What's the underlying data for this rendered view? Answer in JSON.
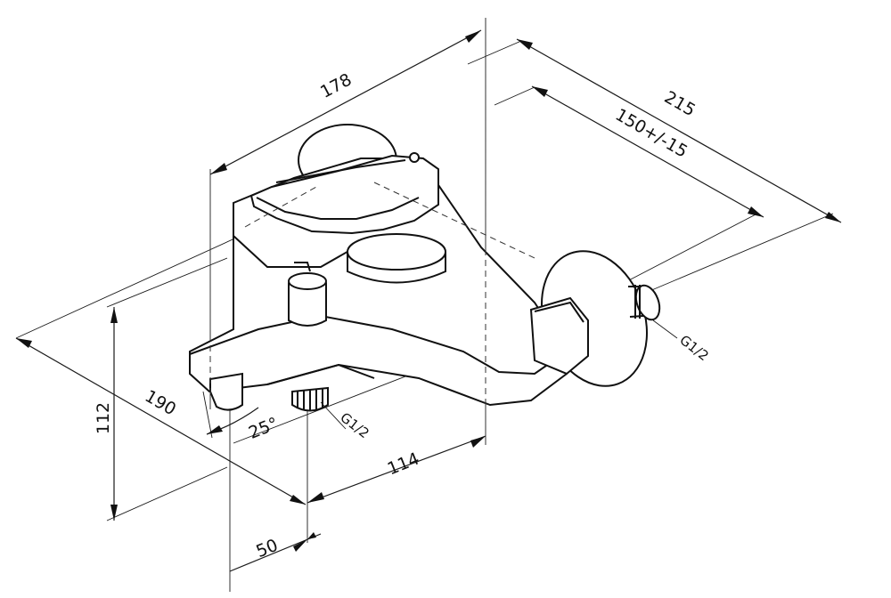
{
  "drawing": {
    "dimensions": {
      "d178": "178",
      "d215": "215",
      "d150": "150+/-15",
      "d190": "190",
      "d112": "112",
      "d114": "114",
      "d50": "50",
      "angle": "25°"
    },
    "callouts": {
      "thread_bottom": "G1/2",
      "thread_side": "G1/2"
    }
  }
}
